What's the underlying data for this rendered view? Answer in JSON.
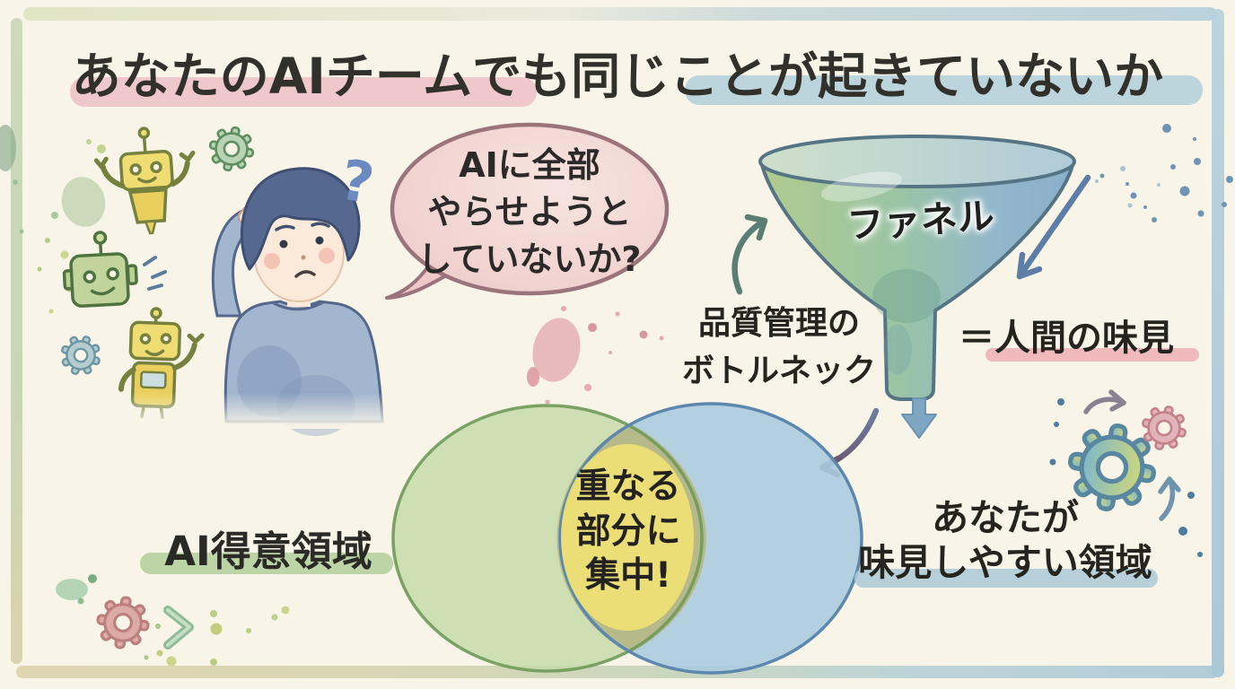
{
  "title": {
    "text": "あなたのAIチームでも同じことが起きていないか"
  },
  "thinker": {
    "question_mark": "?"
  },
  "speech_bubble": {
    "line1": "AIに全部",
    "line2": "やらせようと",
    "line3": "していないか?"
  },
  "funnel": {
    "label": "ファネル",
    "caption_left_line1": "品質管理の",
    "caption_left_line2": "ボトルネック",
    "caption_right": "＝人間の味見"
  },
  "venn": {
    "left_label": "AI得意領域",
    "right_label_line1": "あなたが",
    "right_label_line2": "味見しやすい領域",
    "overlap_line1": "重なる",
    "overlap_line2": "部分に",
    "overlap_line3": "集中!"
  },
  "icons": [
    "robot-icon",
    "gear-icon",
    "question-mark-icon",
    "speech-bubble",
    "funnel-icon",
    "curved-arrow-icon",
    "down-arrow-icon",
    "chevron-icon",
    "venn-diagram",
    "paint-splatter"
  ],
  "colors": {
    "background": "#f8f4e8",
    "title_text": "#31302b",
    "title_highlight_pink": "#ecc0c6",
    "title_highlight_blue": "#b5d0da",
    "bubble_fill": "#f0d0cd",
    "bubble_border": "#9a737b",
    "funnel_green": "#a9c785",
    "funnel_blue": "#7fa8c6",
    "venn_green": "#c6daa9",
    "venn_blue": "#abccdf",
    "venn_overlap": "#b6b786",
    "overlap_highlight_yellow": "#f2e273",
    "underline_green": "#a9cb90",
    "underline_blue": "#aac8d6",
    "underline_pink": "#eeaeb4",
    "robot_yellow": "#e9d05e",
    "robot_green": "#c0d49b",
    "person_hair": "#55688f",
    "person_sweater": "#a3b6cf"
  }
}
